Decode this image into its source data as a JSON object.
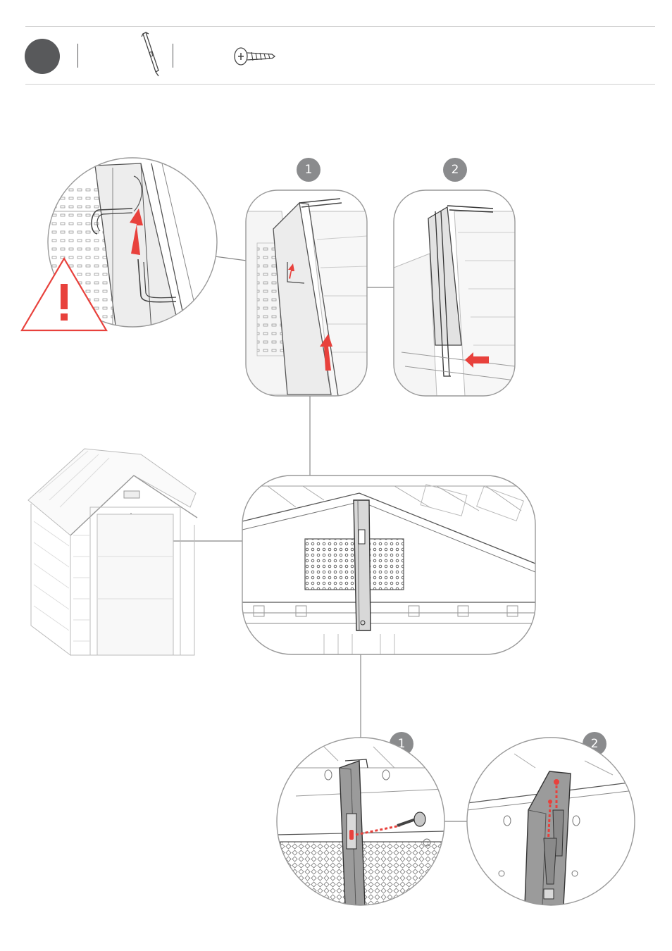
{
  "header": {
    "step_number": "",
    "parts": [
      {
        "icon": "rod-bracket-icon",
        "quantity": ""
      },
      {
        "icon": "screw-icon",
        "quantity": ""
      }
    ]
  },
  "callouts": {
    "top_step_1": "1",
    "top_step_2": "2",
    "bottom_step_1": "1",
    "bottom_step_2": "2"
  },
  "warning": {
    "symbol": "!",
    "color": "#e8413c"
  },
  "colors": {
    "accent_red": "#e8413c",
    "badge_gray": "#8a8b8d",
    "line_gray": "#58595b"
  }
}
